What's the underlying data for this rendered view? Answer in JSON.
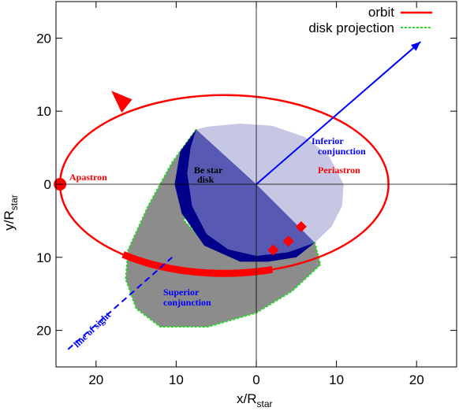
{
  "chart_data": {
    "type": "scatter",
    "xlabel": "x/R",
    "xlabel_sub": "star",
    "ylabel": "y/R",
    "ylabel_sub": "star",
    "xlim": [
      -25,
      25
    ],
    "ylim": [
      -25,
      25
    ],
    "xticks": [
      -20,
      -10,
      0,
      10,
      20
    ],
    "xtick_labels": [
      "20",
      "10",
      "0",
      "10",
      "20"
    ],
    "yticks": [
      -20,
      -10,
      0,
      10,
      20
    ],
    "ytick_labels": [
      "20",
      "10",
      "0",
      "10",
      "20"
    ],
    "legend": {
      "placement": "top-right",
      "entries": [
        {
          "label": "orbit",
          "color": "#ff0000",
          "style": "solid"
        },
        {
          "label": "disk projection",
          "color": "#22dd22",
          "style": "dashed"
        }
      ]
    },
    "annotations": {
      "apastron": "Apastron",
      "periastron": "Periastron",
      "inferior_line1": "Inferior",
      "inferior_line2": "conjunction",
      "superior_line1": "Superior",
      "superior_line2": "conjunction",
      "disk_line1": "Be star",
      "disk_line2": "disk",
      "line_of_sight": "line of sight"
    },
    "orbit": {
      "center": [
        -4,
        0
      ],
      "semi_major": 20.5,
      "semi_minor": 12.2,
      "color": "#ff0000"
    },
    "apastron_point": [
      -24.5,
      0
    ],
    "periastron_point": [
      16.5,
      0
    ],
    "thick_orbit_segment": {
      "from_deg": 105,
      "to_deg": 73
    },
    "diamond_markers": [
      [
        2.1,
        -9.0
      ],
      [
        4.0,
        -7.8
      ],
      [
        5.6,
        -5.8
      ]
    ],
    "inferior_conjunction_direction": [
      20.5,
      19.5
    ],
    "line_of_sight": {
      "from": [
        -23.5,
        -22.6
      ],
      "to": [
        -10.5,
        -10.0
      ]
    },
    "colors": {
      "disk_front": "#5759b3",
      "disk_back": "#c6c7e4",
      "disk_rim": "#00008b",
      "shadow": "#8c8c8c",
      "arrow": "#0000ff"
    }
  }
}
